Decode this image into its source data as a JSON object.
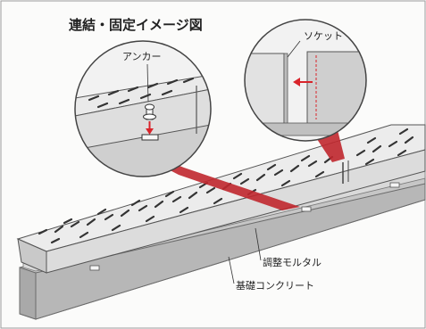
{
  "title": "連結・固定イメージ図",
  "labels": {
    "anchor": "アンカー",
    "socket": "ソケット",
    "mortar": "調整モルタル",
    "concrete": "基礎コンクリート"
  },
  "colors": {
    "accent_red": "#c0272d",
    "arrow_red": "#d9242b",
    "block_light": "#e9e9e9",
    "block_side": "#cfcfcf",
    "base_gray": "#bdbdbd",
    "frame": "#444444"
  }
}
